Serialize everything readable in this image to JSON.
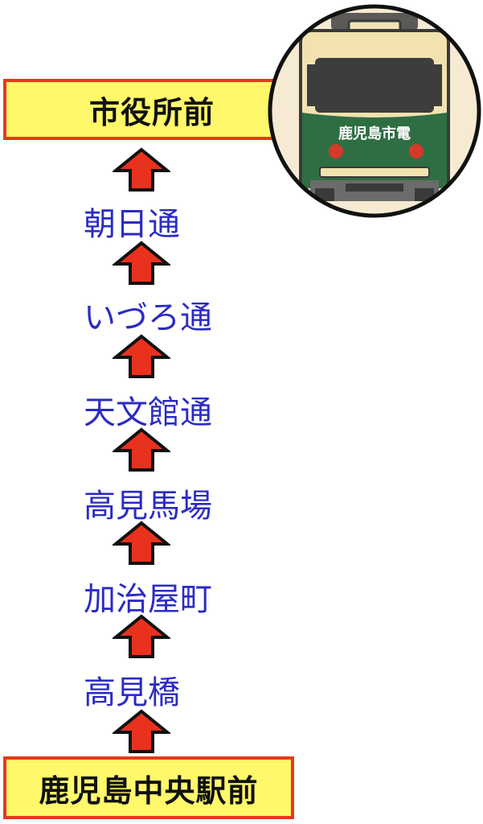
{
  "route": {
    "destination": "市役所前",
    "origin": "鹿児島中央駅前",
    "stops": [
      "朝日通",
      "いづろ通",
      "天文館通",
      "高見馬場",
      "加治屋町",
      "高見橋"
    ]
  },
  "badge": {
    "label": "鹿児島市電",
    "icon": "tram-icon"
  },
  "colors": {
    "box_fill": "#fff86a",
    "box_border": "#e53a1b",
    "stop_text": "#2b2bc4",
    "arrow_fill": "#e8321e",
    "tram_body_top": "#f1e2b0",
    "tram_body_bottom": "#2f6e43"
  }
}
